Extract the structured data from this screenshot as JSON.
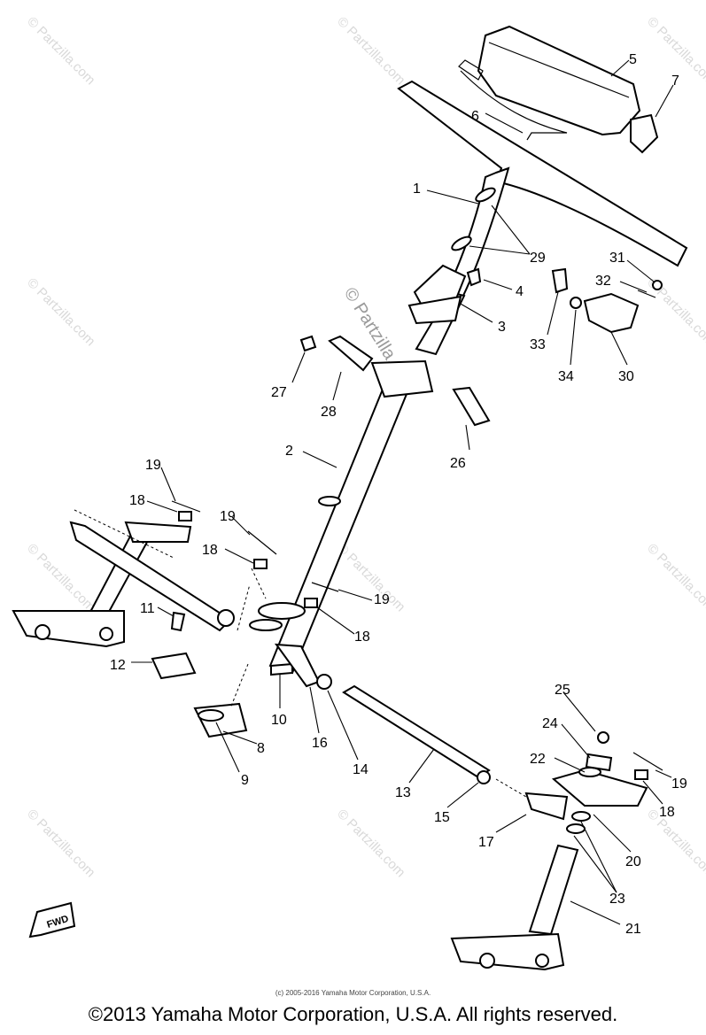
{
  "watermark": {
    "text": "© Partzilla.com"
  },
  "callouts": [
    {
      "id": "1",
      "text": "1"
    },
    {
      "id": "2",
      "text": "2"
    },
    {
      "id": "3",
      "text": "3"
    },
    {
      "id": "4",
      "text": "4"
    },
    {
      "id": "5",
      "text": "5"
    },
    {
      "id": "6",
      "text": "6"
    },
    {
      "id": "7",
      "text": "7"
    },
    {
      "id": "8",
      "text": "8"
    },
    {
      "id": "9",
      "text": "9"
    },
    {
      "id": "10",
      "text": "10"
    },
    {
      "id": "11",
      "text": "11"
    },
    {
      "id": "12",
      "text": "12"
    },
    {
      "id": "13",
      "text": "13"
    },
    {
      "id": "14",
      "text": "14"
    },
    {
      "id": "15",
      "text": "15"
    },
    {
      "id": "16",
      "text": "16"
    },
    {
      "id": "17",
      "text": "17"
    },
    {
      "id": "18a",
      "text": "18"
    },
    {
      "id": "18b",
      "text": "18"
    },
    {
      "id": "18c",
      "text": "18"
    },
    {
      "id": "18d",
      "text": "18"
    },
    {
      "id": "19a",
      "text": "19"
    },
    {
      "id": "19b",
      "text": "19"
    },
    {
      "id": "19c",
      "text": "19"
    },
    {
      "id": "19d",
      "text": "19"
    },
    {
      "id": "20",
      "text": "20"
    },
    {
      "id": "21",
      "text": "21"
    },
    {
      "id": "22",
      "text": "22"
    },
    {
      "id": "23",
      "text": "23"
    },
    {
      "id": "24",
      "text": "24"
    },
    {
      "id": "25",
      "text": "25"
    },
    {
      "id": "26",
      "text": "26"
    },
    {
      "id": "27",
      "text": "27"
    },
    {
      "id": "28",
      "text": "28"
    },
    {
      "id": "29",
      "text": "29"
    },
    {
      "id": "30",
      "text": "30"
    },
    {
      "id": "31",
      "text": "31"
    },
    {
      "id": "32",
      "text": "32"
    },
    {
      "id": "33",
      "text": "33"
    },
    {
      "id": "34",
      "text": "34"
    }
  ],
  "fwd_label": "FWD",
  "copyright_small": "(c) 2005-2016 Yamaha Motor Corporation, U.S.A.",
  "copyright_main": "©2013 Yamaha Motor Corporation, U.S.A. All rights reserved."
}
